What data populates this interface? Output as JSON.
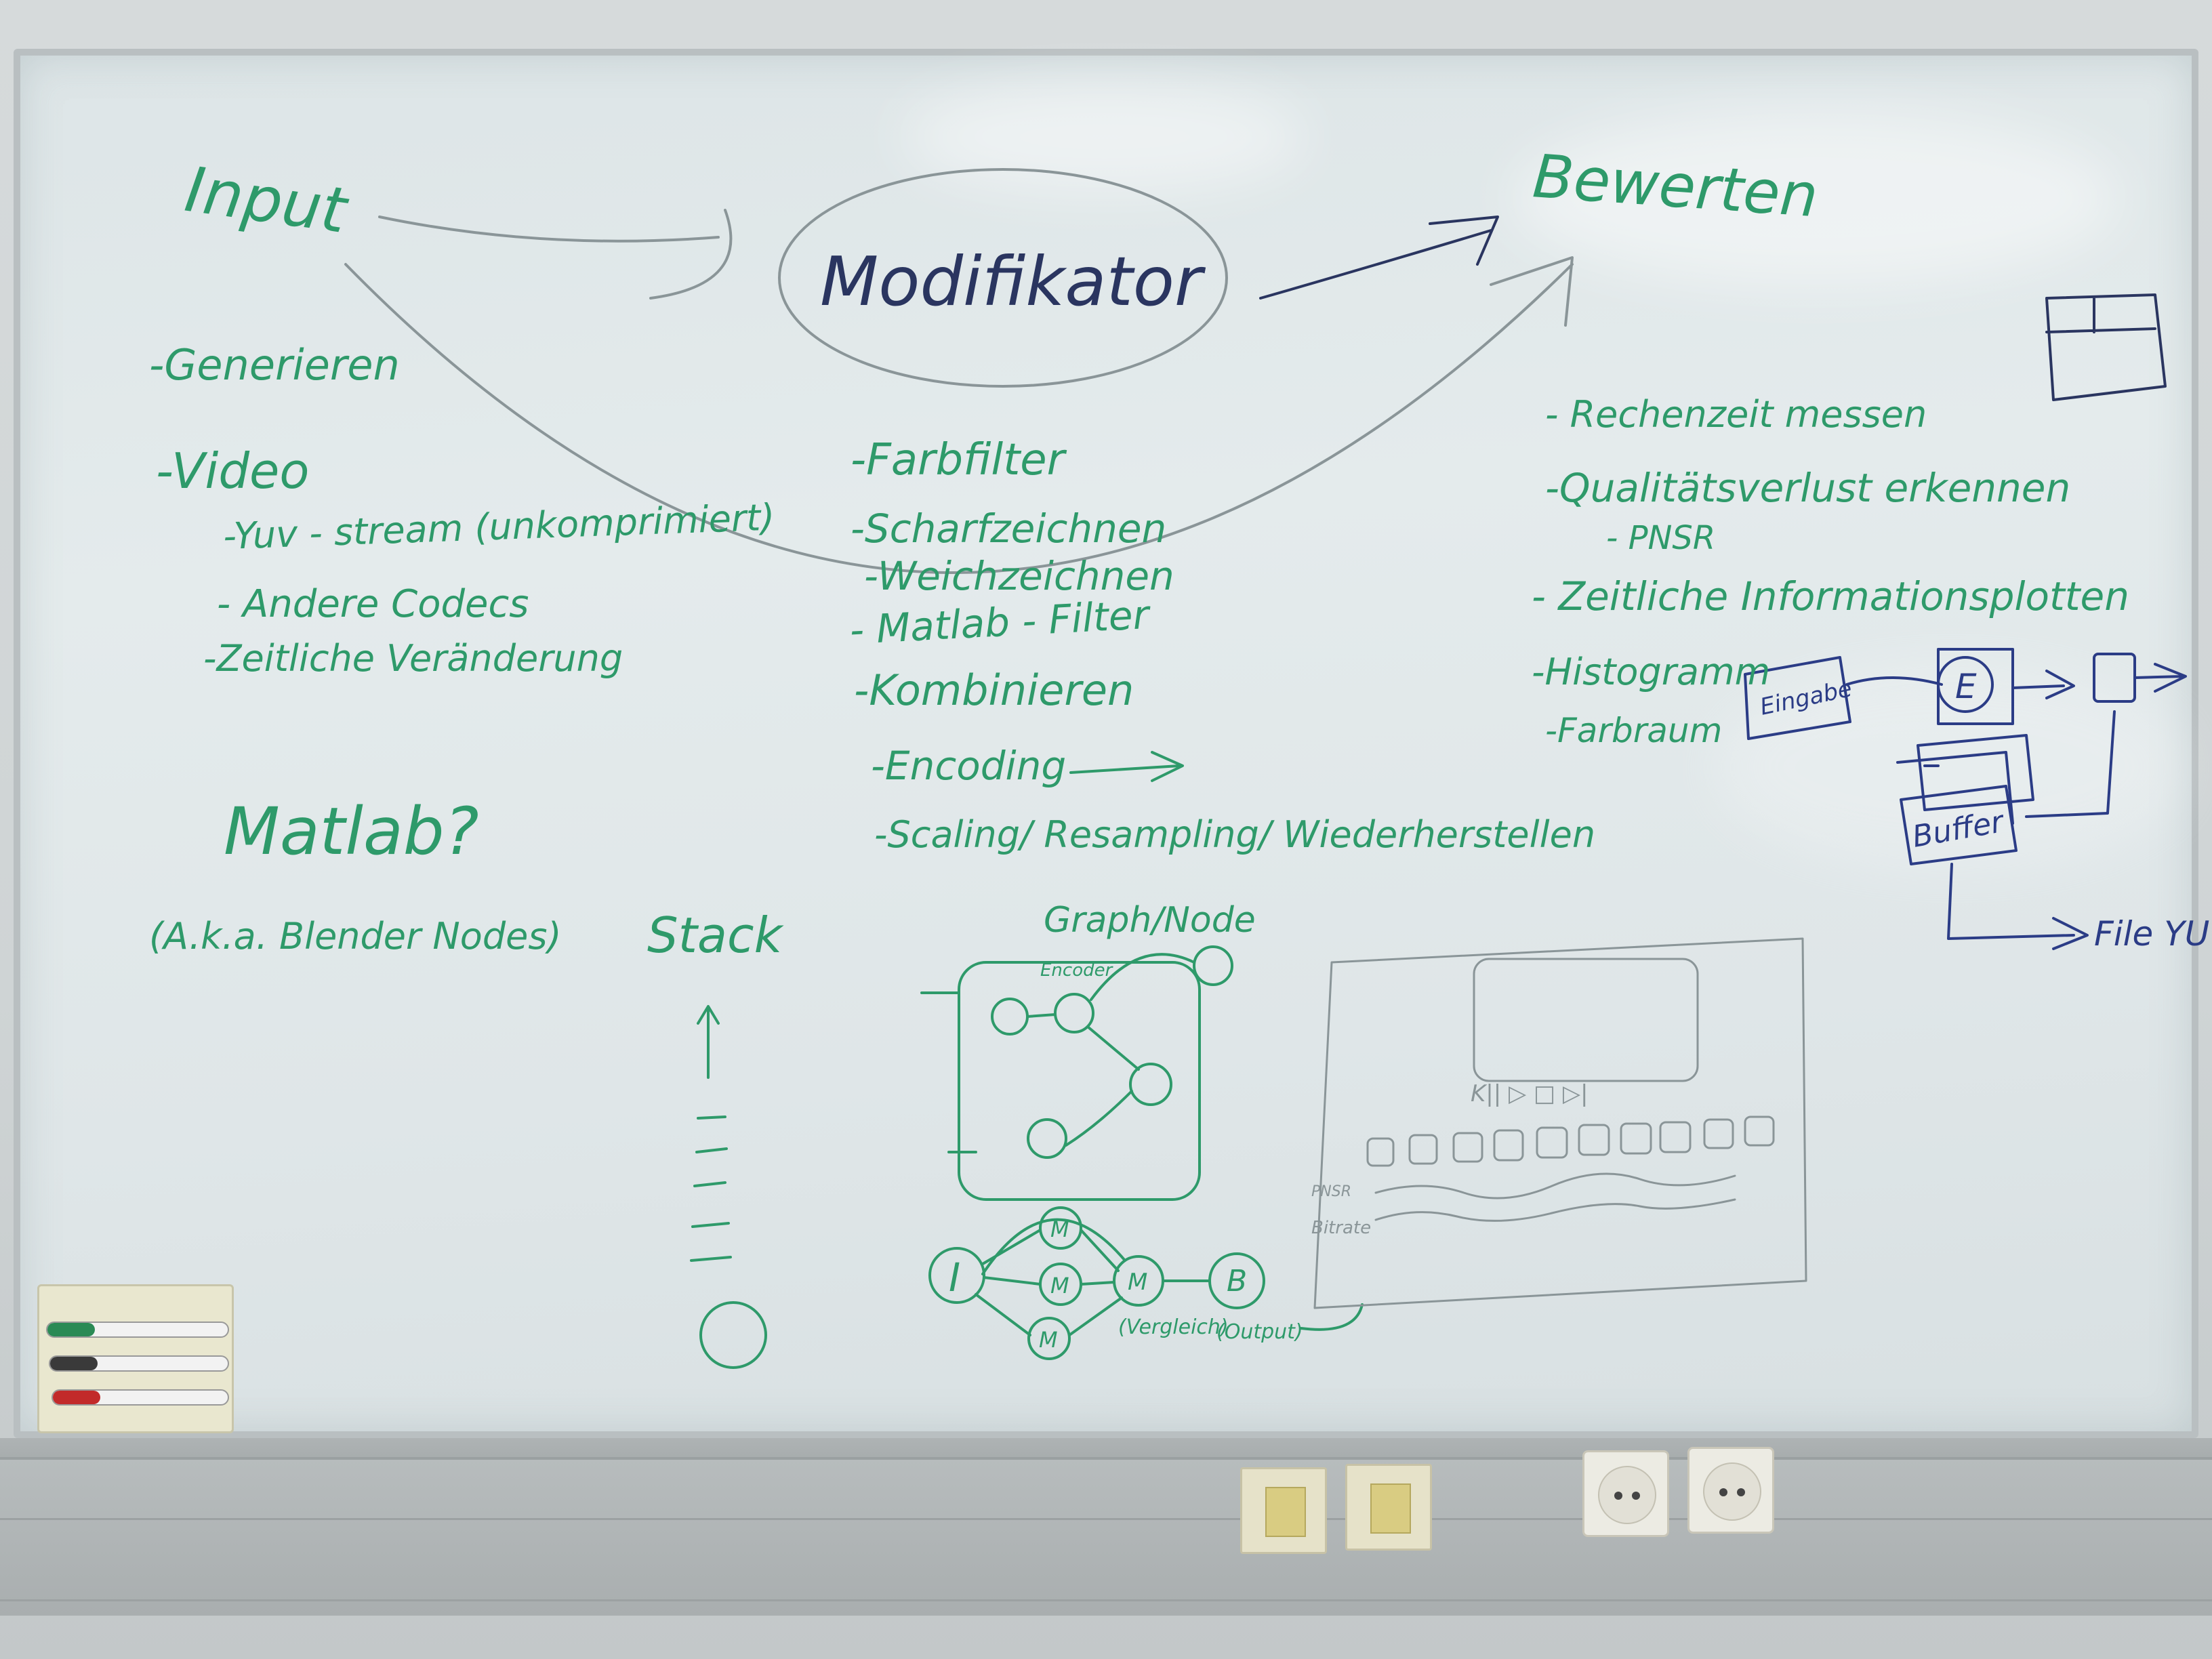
{
  "board": {
    "top_flow": {
      "input": "Input",
      "modifier": "Modifikator",
      "evaluate": "Bewerten"
    },
    "left_column": {
      "generate": "-Generieren",
      "video": "-Video",
      "yuv_stream": "-Yuv - stream (unkomprimiert)",
      "other_codecs": "- Andere Codecs",
      "temporal_change": "-Zeitliche Veränderung",
      "matlab_question": "Matlab?",
      "blender_note": "(A.k.a. Blender Nodes)",
      "stack": "Stack"
    },
    "middle_column": {
      "items": [
        "-Farbfilter",
        "-Scharfzeichnen",
        "-Weichzeichnen",
        "- Matlab - Filter",
        "-Kombinieren",
        "-Encoding",
        "-Scaling/ Resampling/ Wiederherstellen"
      ],
      "graph_label": "Graph/Node",
      "graph_node_label": "Encoder"
    },
    "right_column": {
      "items": [
        "- Rechenzeit messen",
        "-Qualitätsverlust erkennen",
        "- PNSR",
        "- Zeitliche Informationsplotten",
        "-Histogramm",
        "-Farbraum"
      ]
    },
    "blue_diagram": {
      "input_box": "Eingabe",
      "node": "E",
      "buffer": "Buffer",
      "output": "File YUV"
    },
    "bottom_graph": {
      "labels": [
        "I",
        "M",
        "M",
        "M",
        "M",
        "B"
      ],
      "notes": [
        "(Vergleich)",
        "(Output)"
      ]
    },
    "mockup": {
      "controls": "K|| ▷ □ ▷|",
      "row_labels": [
        "PNSR",
        "Bitrate"
      ]
    }
  },
  "colors": {
    "green_ink": "#2e9a6a",
    "blue_ink": "#2b3c86",
    "dark_ink": "#2a3560",
    "grey_ink": "#8a9598"
  },
  "icons": [
    "marker-icon",
    "power-socket-icon",
    "network-socket-icon"
  ]
}
